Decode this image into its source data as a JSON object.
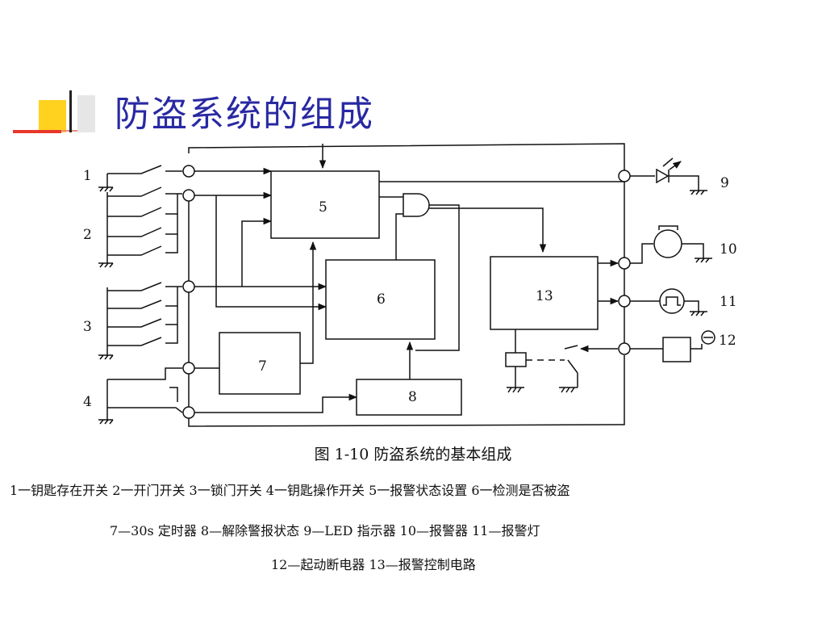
{
  "slide": {
    "title": "防盗系统的组成",
    "caption": "图 1-10    防盗系统的基本组成",
    "legend_line1": "1一钥匙存在开关   2一开门开关   3一锁门开关   4一钥匙操作开关   5一报警状态设置   6一检测是否被盗",
    "legend_line2": "7—30s 定时器   8—解除警报状态   9—LED 指示器   10—报警器   11—报警灯",
    "legend_line3": "12—起动断电器   13—报警控制电路"
  },
  "diagram": {
    "terminal_labels": [
      "1",
      "2",
      "3",
      "4"
    ],
    "block_labels": {
      "b5": "5",
      "b6": "6",
      "b7": "7",
      "b8": "8",
      "b13": "13"
    },
    "output_labels": [
      "9",
      "10",
      "11",
      "12"
    ]
  }
}
